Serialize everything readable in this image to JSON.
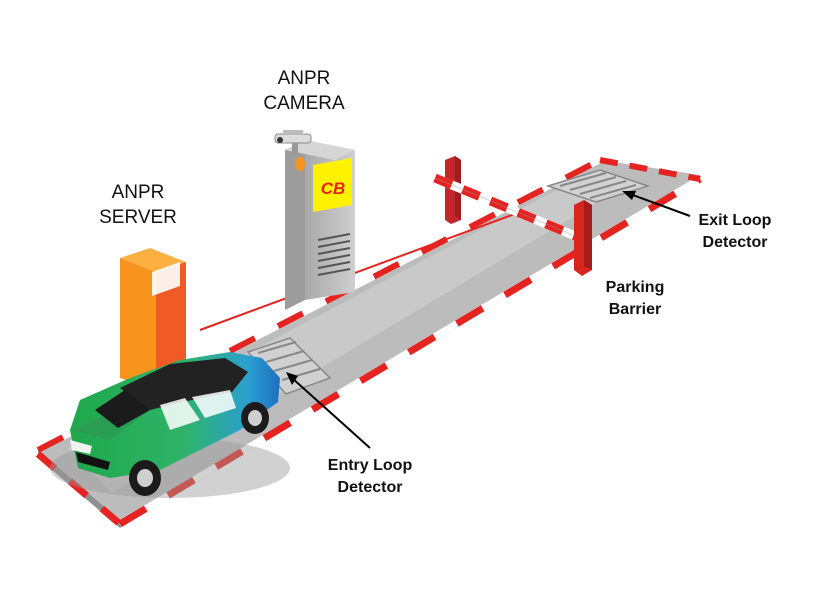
{
  "labels": {
    "camera": [
      "ANPR",
      "CAMERA"
    ],
    "server": [
      "ANPR",
      "SERVER"
    ],
    "exit_loop": [
      "Exit Loop",
      "Detector"
    ],
    "barrier": [
      "Parking",
      "Barrier"
    ],
    "entry_loop": [
      "Entry Loop",
      "Detector"
    ]
  },
  "booth_sign": "CB",
  "colors": {
    "road": "#bfbfbf",
    "road_side": "#9a9a9a",
    "curb_red": "#e52421",
    "barrier_red": "#d9261c",
    "server_orange": "#f7941d",
    "booth_gray": "#b8b8b8",
    "sign_yellow": "#fff200",
    "car_green": "#2db34a",
    "car_blue": "#1e88c8"
  }
}
